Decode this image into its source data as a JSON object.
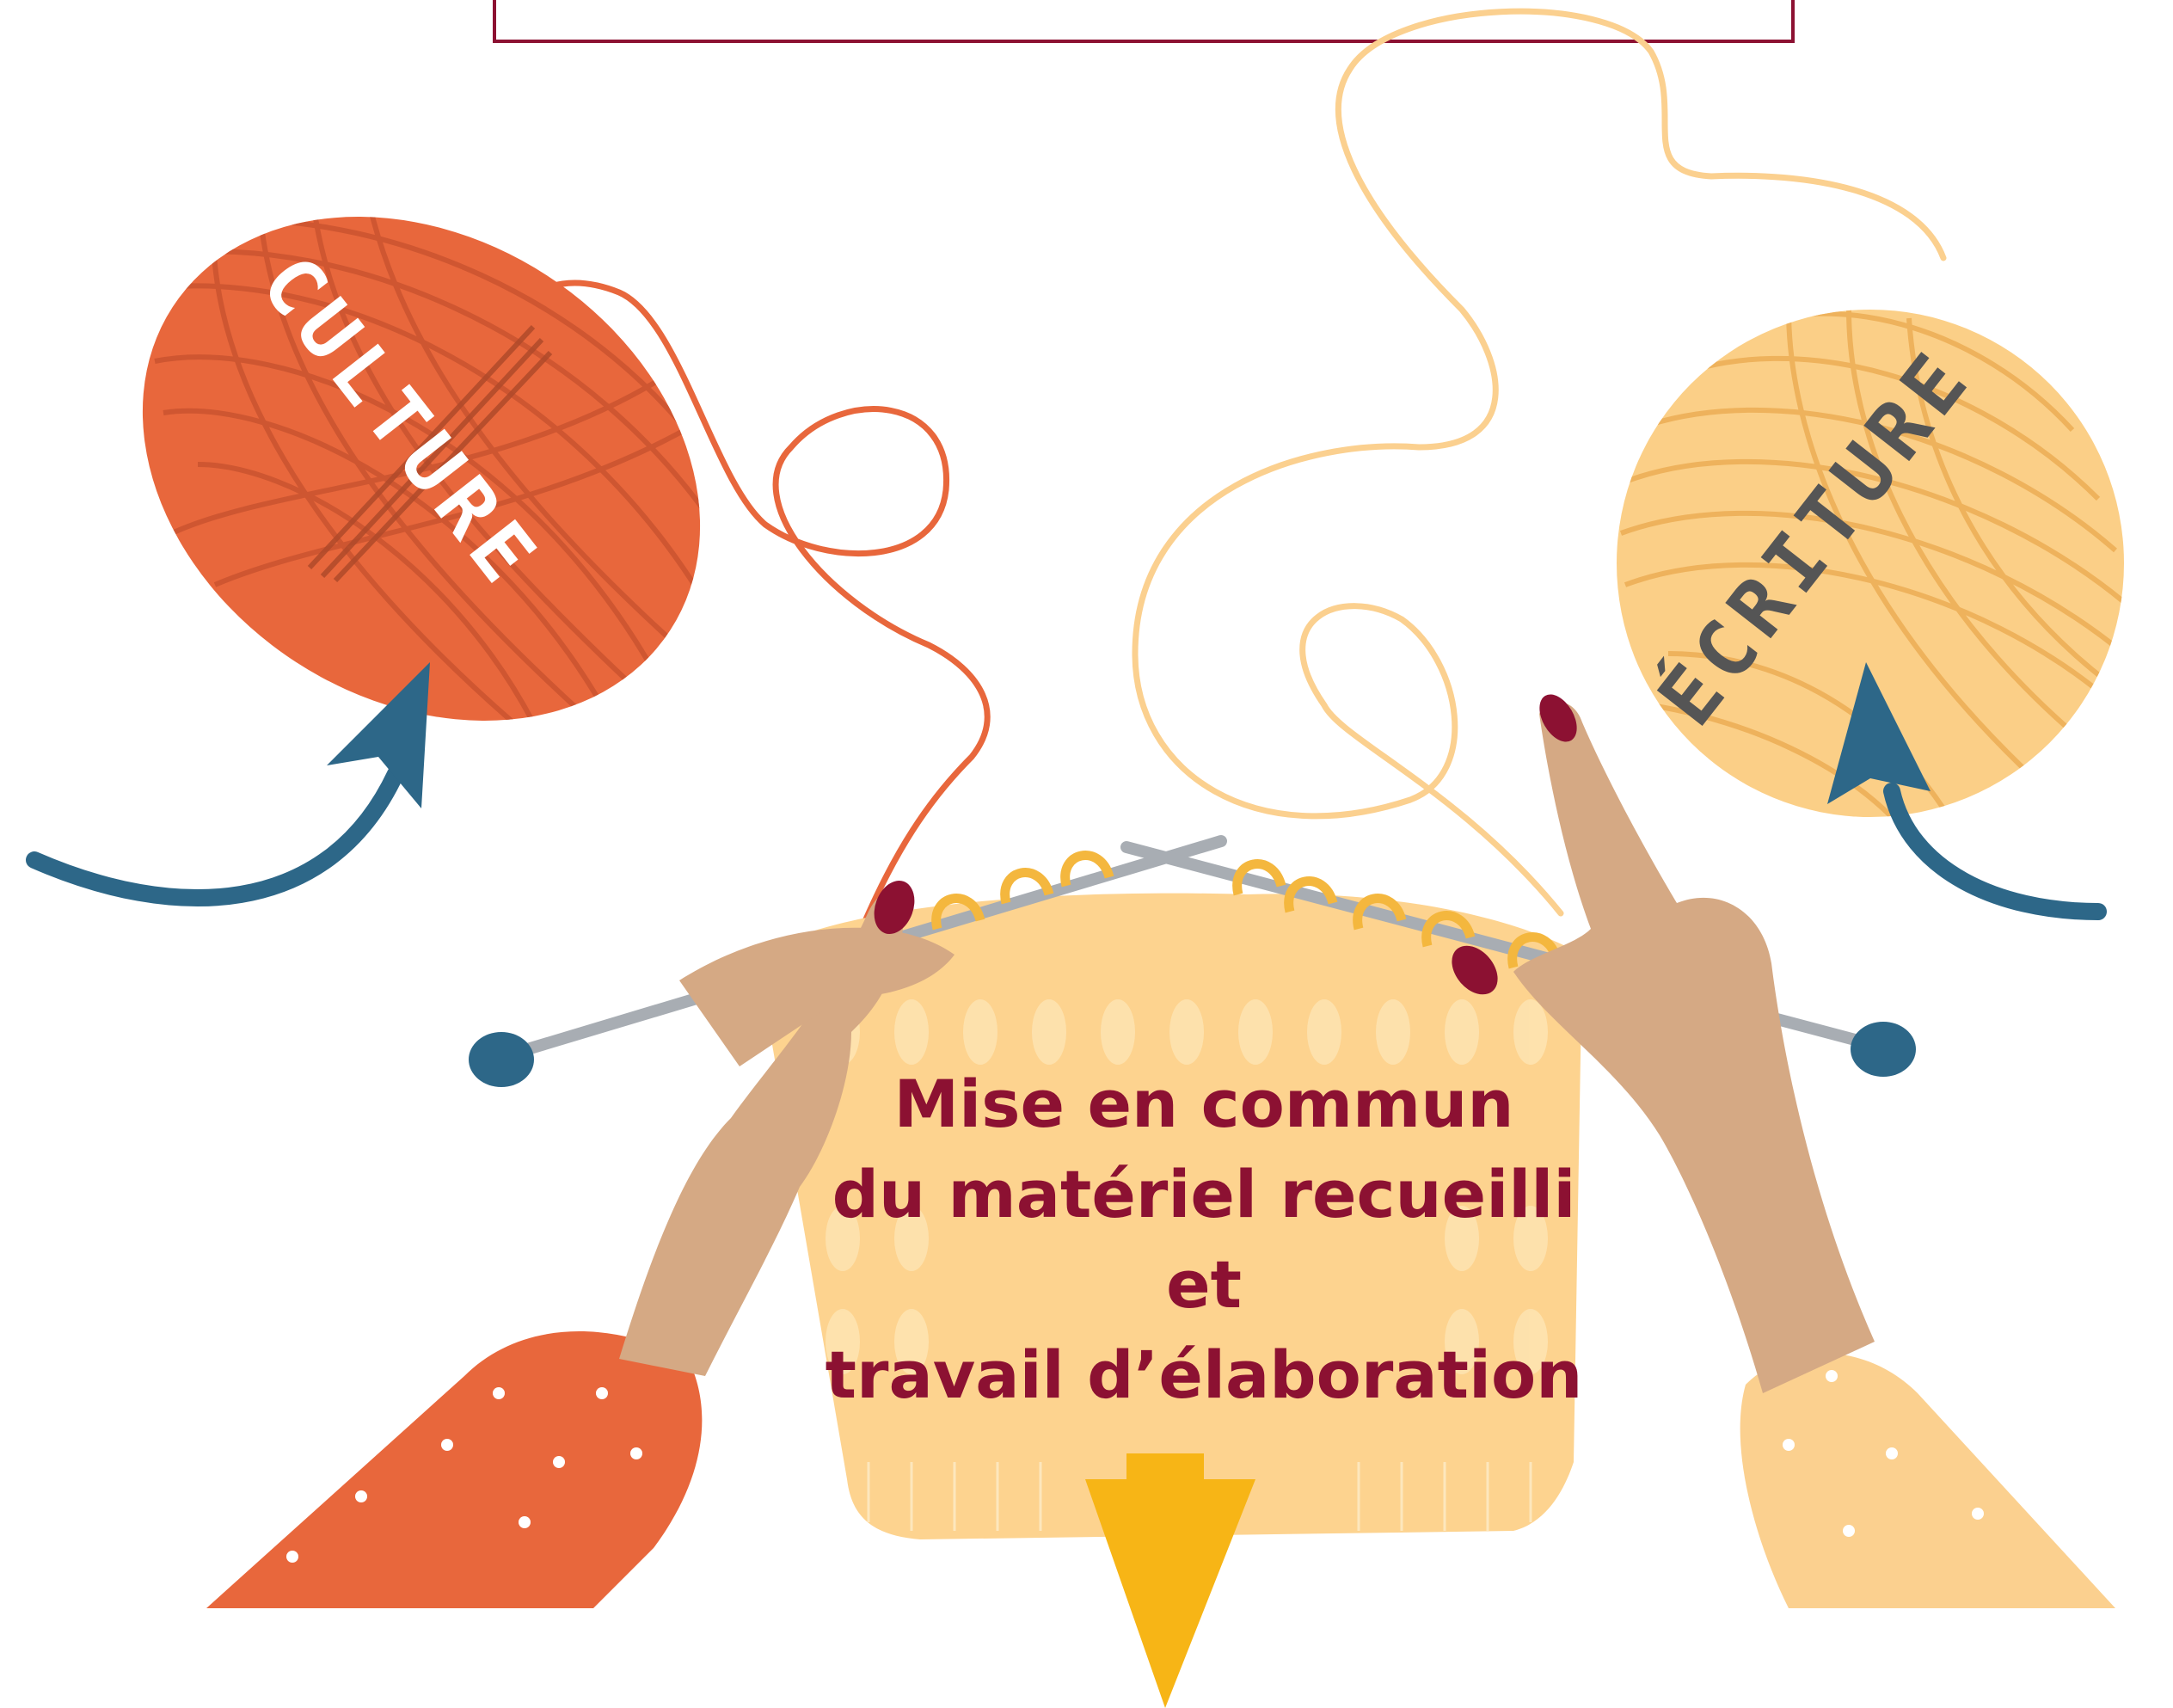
{
  "colors": {
    "burgundy": "#8c1132",
    "orange": "#e8673c",
    "orange_dark": "#cc5530",
    "yellow": "#fbcf87",
    "yellow_dark": "#eeb25c",
    "knit": "#fdd38f",
    "knit_light": "#fee3b0",
    "skin": "#d5a984",
    "skin_dark": "#b98762",
    "nail": "#8c1132",
    "teal": "#2d6788",
    "needle": "#a8adb3",
    "gold": "#f7b516",
    "letter_light": "#ffffff",
    "letter_dark": "#555555"
  },
  "icons": {
    "left_ball": "orange-yarn-ball-icon",
    "right_ball": "yellow-yarn-ball-icon",
    "knitting": "knitting-needles-icon",
    "down_arrow": "arrow-down-icon"
  },
  "left_ball": {
    "label": "CULTURE"
  },
  "right_ball": {
    "label": "ÉCRITURE"
  },
  "caption": {
    "line1": "Mise en commun",
    "line2": "du matériel recueilli",
    "line3": "et",
    "line4": "travail d’élaboration"
  }
}
